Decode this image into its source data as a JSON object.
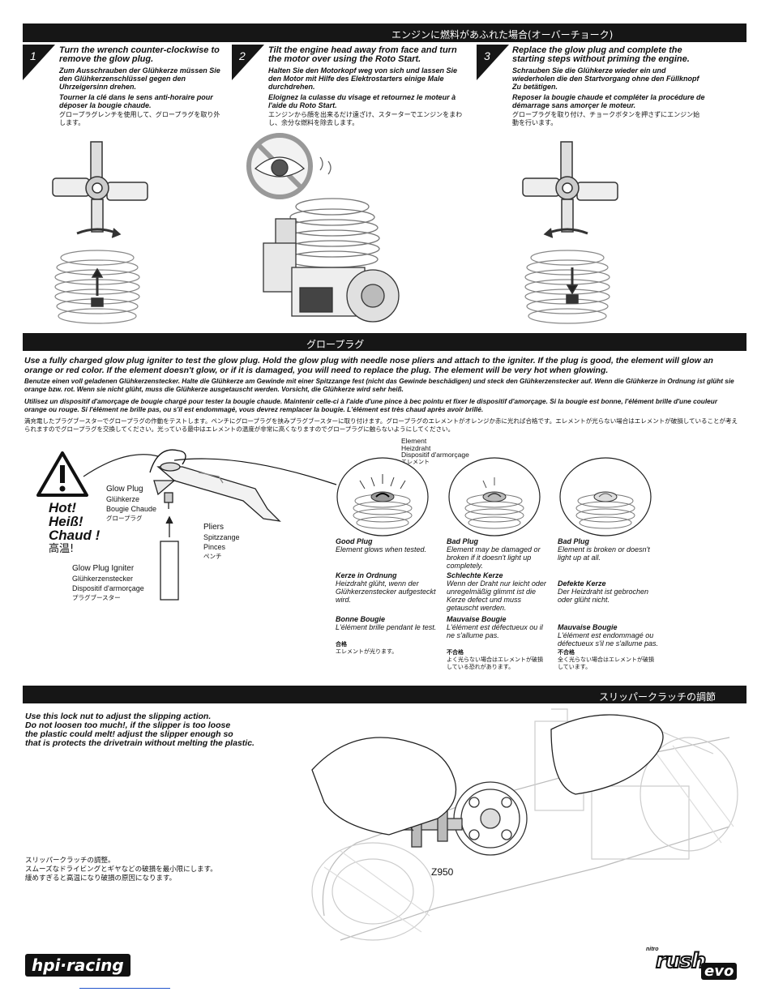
{
  "banners": {
    "overchoke": "エンジンに燃料があふれた場合(オーバーチョーク)",
    "glowplug": "グロープラグ",
    "slipper": "スリッパークラッチの調節"
  },
  "steps": [
    {
      "number": "1",
      "title": "Turn the wrench counter-clockwise to remove the glow plug.",
      "de": "Zum Ausschrauben der Glühkerze müssen Sie den Glühkerzenschlüssel gegen den Uhrzeigersinn drehen.",
      "fr": "Tourner la clé dans le sens anti-horaire pour déposer la bougie chaude.",
      "jp": "グロープラグレンチを使用して、グロープラグを取り外します。"
    },
    {
      "number": "2",
      "title": "Tilt the engine head away from face and turn the motor over using the Roto Start.",
      "de": "Halten Sie den Motorkopf weg von sich und lassen Sie den Motor mit Hilfe des Elektrostarters einige Male durchdrehen.",
      "fr": "Eloignez la culasse du visage et retournez le moteur à l'aide du Roto Start.",
      "jp": "エンジンから顔を出来るだけ遠ざけ、スターターでエンジンをまわし、余分な燃料を除去します。"
    },
    {
      "number": "3",
      "title": "Replace the glow plug and complete the starting steps without priming the engine.",
      "de": "Schrauben Sie die Glühkerze wieder ein und wiederholen die den Startvorgang ohne den Füllknopf Zu betätigen.",
      "fr": "Reposer la bougie chaude et compléter la procédure de démarrage sans amorçer le moteur.",
      "jp": "グロープラグを取り付け、チョークボタンを押さずにエンジン始動を行います。"
    }
  ],
  "glow": {
    "en": "Use a fully charged glow plug igniter to test the glow plug. Hold the glow plug with needle nose pliers and attach to the igniter. If the plug is good, the element will glow an orange or red color. If the element doesn't glow, or if it is damaged, you will need to replace the plug. The element will be very hot when glowing.",
    "de": "Benutze einen voll geladenen Glühkerzenstecker. Halte die Glühkerze am Gewinde mit einer Spitzzange fest (nicht das Gewinde beschädigen) und steck den Glühkerzenstecker auf. Wenn die Glühkerze in Ordnung ist glüht sie orange bzw. rot. Wenn sie nicht glüht, muss die Glühkerze ausgetauscht werden. Vorsicht, die Glühkerze wird sehr heiß.",
    "fr": "Utilisez un dispositif d'amorçage de bougie chargé pour tester la bougie chaude. Maintenir celle-ci à l'aide d'une pince à bec pointu et fixer le dispositif d'amorçage. Si la bougie est bonne, l'élément brille d'une couleur orange ou rouge. Si l'élément ne brille pas, ou s'il est endommagé, vous devrez remplacer la bougie. L'élément est très chaud après avoir brillé.",
    "jp": "満充電したプラグブースターでグロープラグの作動をテストします。ペンチにグロープラグを挟みプラグブースターに取り付けます。グロープラグのエレメントがオレンジか赤に光れば合格です。エレメントが光らない場合はエレメントが破損していることが考えられますのでグロープラグを交換してください。光っている最中はエレメントの温度が非常に高くなりますのでグロープラグに触らないようにしてください。"
  },
  "hot": {
    "en": "Hot!",
    "de": "Heiß!",
    "fr": "Chaud !",
    "jp": "高温!"
  },
  "labels": {
    "glowplug": [
      "Glow Plug",
      "Glühkerze",
      "Bougie Chaude",
      "グロープラグ"
    ],
    "pliers": [
      "Pliers",
      "Spitzzange",
      "Pinces",
      "ペンチ"
    ],
    "igniter": [
      "Glow Plug Igniter",
      "Glühkerzenstecker",
      "Dispositif d'armorçage",
      "プラグブースター"
    ],
    "element": [
      "Element",
      "Heizdraht",
      "Dispositif d'armorçage",
      "エレメント"
    ]
  },
  "plugs": [
    {
      "en_t": "Good Plug",
      "en": "Element glows when tested.",
      "de_t": "Kerze in Ordnung",
      "de": "Heizdraht glüht, wenn der Glühkerzenstecker aufgesteckt wird.",
      "fr_t": "Bonne Bougie",
      "fr": "L'élément brille pendant le test.",
      "jp_t": "合格",
      "jp": "エレメントが光ります。"
    },
    {
      "en_t": "Bad Plug",
      "en": "Element may be damaged or broken if it doesn't light up completely.",
      "de_t": "Schlechte Kerze",
      "de": "Wenn der Draht nur leicht oder unregelmäßig glimmt ist die Kerze defect und muss getauscht werden.",
      "fr_t": "Mauvaise Bougie",
      "fr": "L'élément est défectueux ou il ne s'allume pas.",
      "jp_t": "不合格",
      "jp": "よく光らない場合はエレメントが破損している恐れがあります。"
    },
    {
      "en_t": "Bad Plug",
      "en": "Element is broken or doesn't light up at all.",
      "de_t": "Defekte Kerze",
      "de": "Der Heizdraht ist gebrochen oder glüht nicht.",
      "fr_t": "Mauvaise Bougie",
      "fr": "L'élément est endommagé ou défectueux s'il ne s'allume pas.",
      "jp_t": "不合格",
      "jp": "全く光らない場合はエレメントが破損しています。"
    }
  ],
  "slipper": {
    "en": [
      "Use this lock nut to adjust the slipping action.",
      "Do not loosen too much!, if the slipper  is too loose",
      "the plastic could melt! adjust the slipper enough so",
      "that is protects the drivetrain without melting the plastic."
    ],
    "jp": [
      "スリッパークラッチの調整。",
      "スムーズなドライビングとギヤなどの破損を最小限にします。",
      "緩めすぎると高温になり破損の原因になります。"
    ],
    "part": "Z950"
  },
  "brand": {
    "left": "hpi·racing",
    "right_small": "nitro",
    "right_big": "rush",
    "right_sub": "evo"
  }
}
